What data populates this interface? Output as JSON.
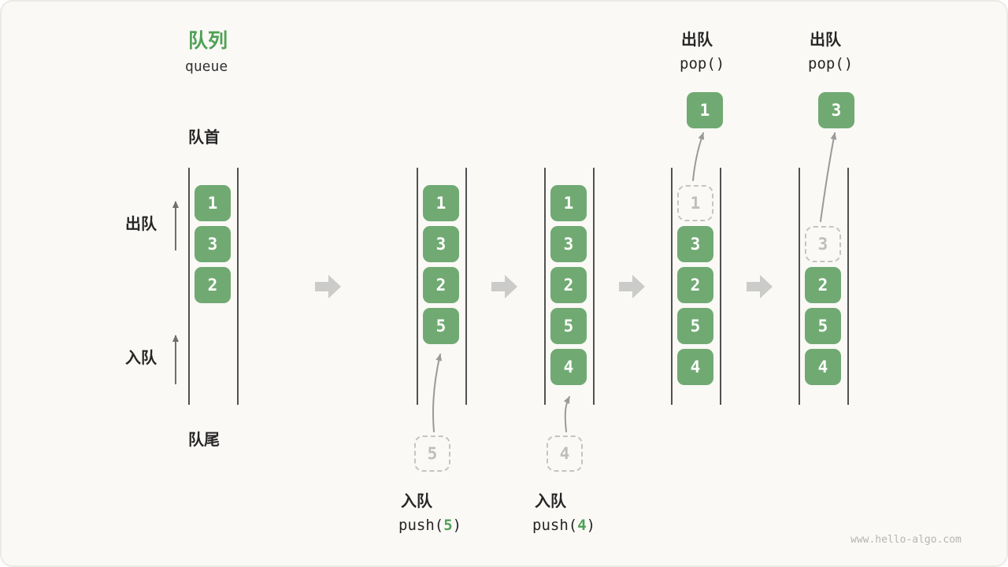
{
  "meta": {
    "title_cn": "队列",
    "title_en": "queue",
    "watermark": "www.hello-algo.com"
  },
  "side": {
    "front": "队首",
    "rear": "队尾",
    "dequeue": "出队",
    "enqueue": "入队"
  },
  "colors": {
    "box_green": "#70AA72",
    "accent_green": "#4FA155",
    "dashed_gray": "#C6C4C0",
    "curve_arrow_gray": "#9A9A9A",
    "block_arrow_gray": "#CBCBC9",
    "wall_gray": "#515151"
  },
  "states": [
    {
      "rows": [
        {
          "v": "1"
        },
        {
          "v": "3"
        },
        {
          "v": "2"
        }
      ]
    },
    {
      "rows": [
        {
          "v": "1"
        },
        {
          "v": "3"
        },
        {
          "v": "2"
        },
        {
          "v": "5"
        }
      ],
      "incoming": {
        "v": "5"
      },
      "op": {
        "label": "入队",
        "fn_open": "push(",
        "arg": "5",
        "fn_close": ")"
      }
    },
    {
      "rows": [
        {
          "v": "1"
        },
        {
          "v": "3"
        },
        {
          "v": "2"
        },
        {
          "v": "5"
        },
        {
          "v": "4"
        }
      ],
      "incoming": {
        "v": "4"
      },
      "op": {
        "label": "入队",
        "fn_open": "push(",
        "arg": "4",
        "fn_close": ")"
      }
    },
    {
      "rows": [
        {
          "v": "1",
          "dashed": true
        },
        {
          "v": "3"
        },
        {
          "v": "2"
        },
        {
          "v": "5"
        },
        {
          "v": "4"
        }
      ],
      "popped": {
        "v": "1"
      },
      "op": {
        "label": "出队",
        "fn": "pop()"
      }
    },
    {
      "rows": [
        {
          "v": "3",
          "dashed": true
        },
        {
          "v": "2"
        },
        {
          "v": "5"
        },
        {
          "v": "4"
        }
      ],
      "popped": {
        "v": "3"
      },
      "op": {
        "label": "出队",
        "fn": "pop()"
      }
    }
  ]
}
